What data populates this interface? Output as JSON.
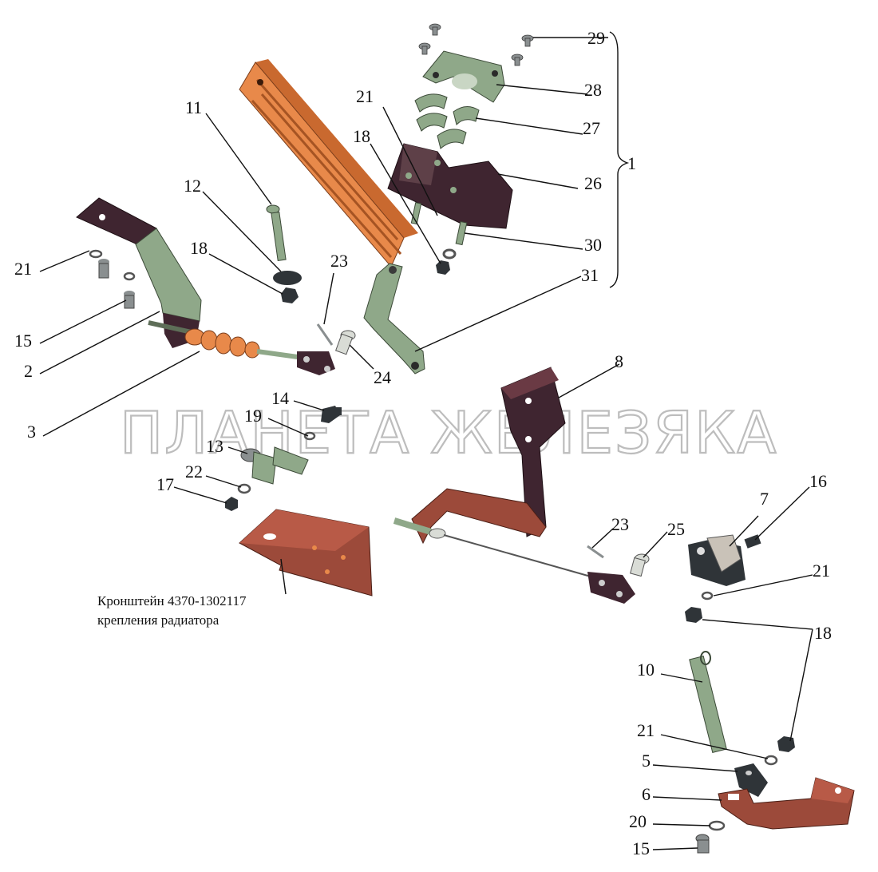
{
  "watermark": "ПЛАНЕТА ЖЕЛЕЗЯКА",
  "caption": {
    "line1": "Кронштейн 4370-1302117",
    "line2": "крепления радиатора"
  },
  "callouts": {
    "c1": "1",
    "c2": "2",
    "c3": "3",
    "c5": "5",
    "c6": "6",
    "c7": "7",
    "c8": "8",
    "c10": "10",
    "c11": "11",
    "c12": "12",
    "c13": "13",
    "c14": "14",
    "c15a": "15",
    "c15b": "15",
    "c16": "16",
    "c17": "17",
    "c18a": "18",
    "c18b": "18",
    "c18c": "18",
    "c19": "19",
    "c20": "20",
    "c21a": "21",
    "c21b": "21",
    "c21c": "21",
    "c21d": "21",
    "c22": "22",
    "c23a": "23",
    "c23b": "23",
    "c24": "24",
    "c25": "25",
    "c26": "26",
    "c27": "27",
    "c28": "28",
    "c29": "29",
    "c30": "30",
    "c31": "31"
  },
  "colors": {
    "pedal_orange": "#e8894a",
    "bracket_green": "#8fa889",
    "bracket_dark": "#3f2530",
    "plate_red": "#9c4a3a",
    "metal_gray": "#8a8f90",
    "nut_dark": "#2f3438"
  }
}
